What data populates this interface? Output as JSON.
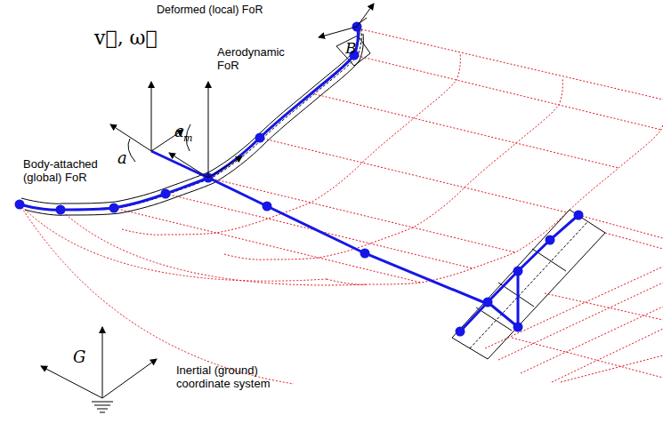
{
  "diagram": {
    "labels": [
      "Deformed (local) FoR",
      "B",
      "v⃗, ω⃗",
      "Aerodynamic FoR",
      "a",
      "a",
      "m",
      "Body-attached (global) FoR",
      "G",
      "Inertial (ground) coordinate system"
    ]
  }
}
